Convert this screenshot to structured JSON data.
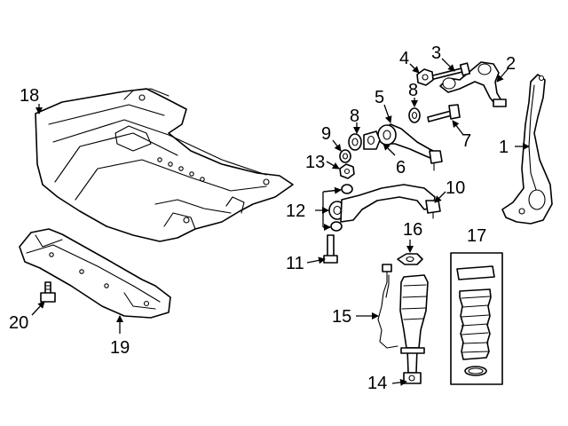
{
  "callouts": {
    "c1": "1",
    "c2": "2",
    "c3": "3",
    "c4": "4",
    "c5": "5",
    "c6": "6",
    "c7": "7",
    "c8a": "8",
    "c8b": "8",
    "c9": "9",
    "c10": "10",
    "c11": "11",
    "c12": "12",
    "c13": "13",
    "c14": "14",
    "c15": "15",
    "c16": "16",
    "c17": "17",
    "c18": "18",
    "c19": "19",
    "c20": "20"
  },
  "colors": {
    "line": "#000000",
    "background": "#ffffff"
  }
}
